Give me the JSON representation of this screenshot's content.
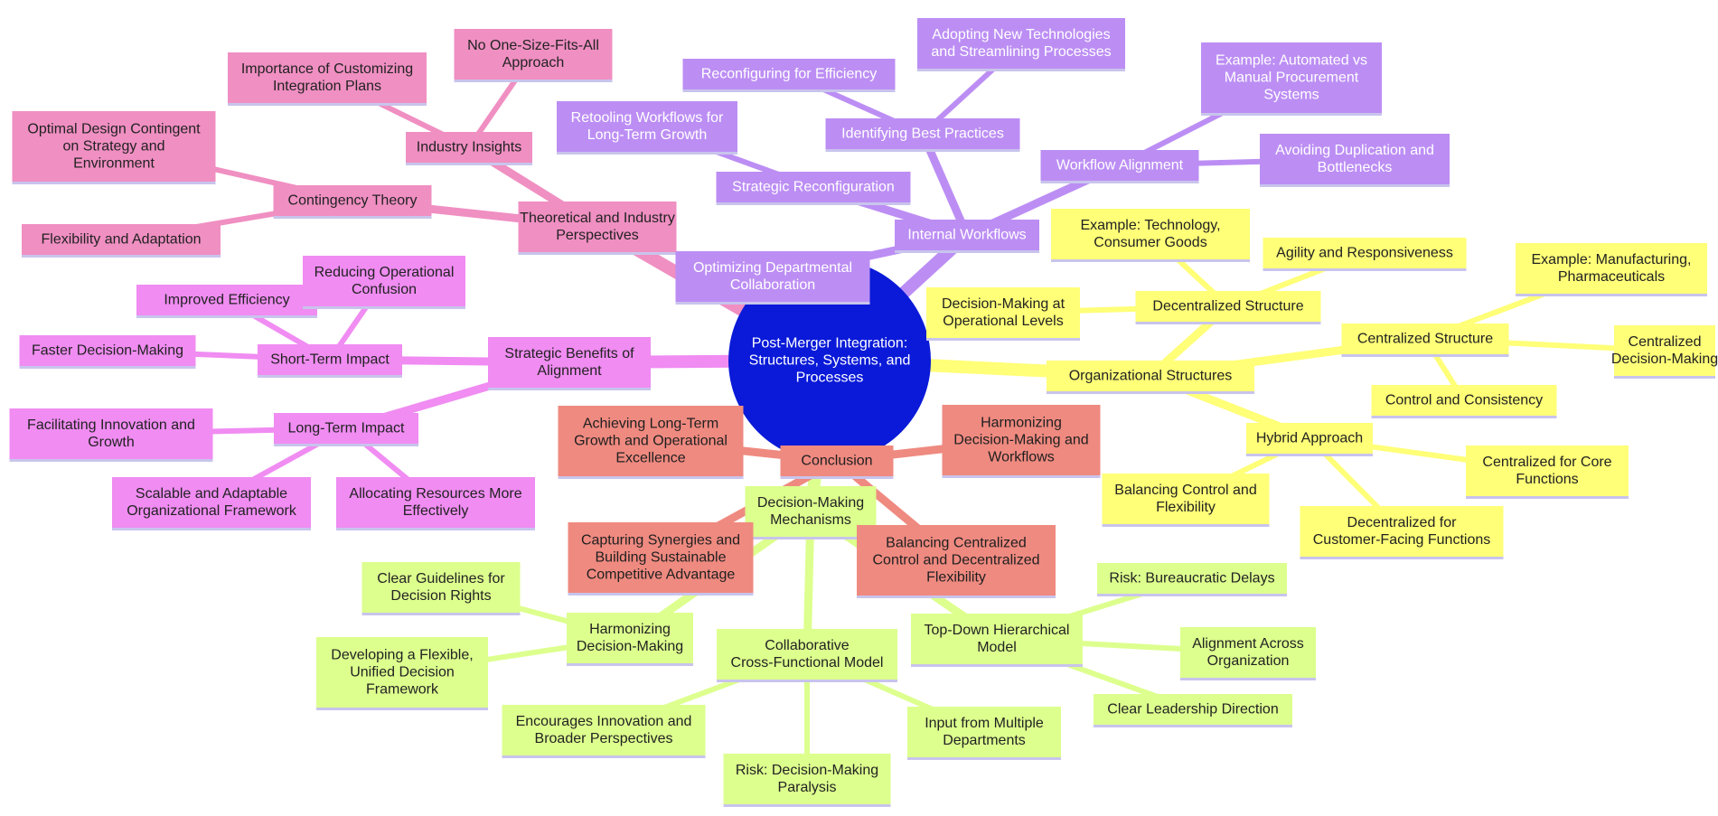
{
  "colors": {
    "root": "#0a1ad8",
    "organizational": {
      "fill": "#ffff78",
      "text": "#222222"
    },
    "decision": {
      "fill": "#ddff8e",
      "text": "#222222"
    },
    "conclusion": {
      "fill": "#ef8a80",
      "text": "#1f1f1f"
    },
    "benefits": {
      "fill": "#f08cf2",
      "text": "#222222"
    },
    "theory": {
      "fill": "#f08fc2",
      "text": "#222222"
    },
    "workflows": {
      "fill": "#bc8ef4",
      "text": "#ffffff"
    }
  },
  "mindmap": {
    "root": {
      "id": "root",
      "label": [
        "Post-Merger Integration:",
        "Structures, Systems, and",
        "Processes"
      ]
    },
    "nodes": [
      {
        "id": "org",
        "parent": "root",
        "branch": "organizational",
        "label": [
          "Organizational Structures"
        ]
      },
      {
        "id": "central",
        "parent": "org",
        "branch": "organizational",
        "label": [
          "Centralized Structure"
        ]
      },
      {
        "id": "central-ex",
        "parent": "central",
        "branch": "organizational",
        "label": [
          "Example: Manufacturing,",
          "Pharmaceuticals"
        ]
      },
      {
        "id": "central-dm",
        "parent": "central",
        "branch": "organizational",
        "label": [
          "Centralized",
          "Decision-Making"
        ]
      },
      {
        "id": "central-cc",
        "parent": "central",
        "branch": "organizational",
        "label": [
          "Control and Consistency"
        ]
      },
      {
        "id": "decentral",
        "parent": "org",
        "branch": "organizational",
        "label": [
          "Decentralized Structure"
        ]
      },
      {
        "id": "decentral-ex",
        "parent": "decentral",
        "branch": "organizational",
        "label": [
          "Example: Technology,",
          "Consumer Goods"
        ]
      },
      {
        "id": "decentral-ag",
        "parent": "decentral",
        "branch": "organizational",
        "label": [
          "Agility and Responsiveness"
        ]
      },
      {
        "id": "decentral-ol",
        "parent": "decentral",
        "branch": "organizational",
        "label": [
          "Decision-Making at",
          "Operational Levels"
        ]
      },
      {
        "id": "hybrid",
        "parent": "org",
        "branch": "organizational",
        "label": [
          "Hybrid Approach"
        ]
      },
      {
        "id": "hybrid-bal",
        "parent": "hybrid",
        "branch": "organizational",
        "label": [
          "Balancing Control and",
          "Flexibility"
        ]
      },
      {
        "id": "hybrid-core",
        "parent": "hybrid",
        "branch": "organizational",
        "label": [
          "Centralized for Core",
          "Functions"
        ]
      },
      {
        "id": "hybrid-cust",
        "parent": "hybrid",
        "branch": "organizational",
        "label": [
          "Decentralized for",
          "Customer-Facing Functions"
        ]
      },
      {
        "id": "dm",
        "parent": "root",
        "branch": "decision",
        "label": [
          "Decision-Making",
          "Mechanisms"
        ]
      },
      {
        "id": "harm",
        "parent": "dm",
        "branch": "decision",
        "label": [
          "Harmonizing",
          "Decision-Making"
        ]
      },
      {
        "id": "harm-rights",
        "parent": "harm",
        "branch": "decision",
        "label": [
          "Clear Guidelines for",
          "Decision Rights"
        ]
      },
      {
        "id": "harm-frame",
        "parent": "harm",
        "branch": "decision",
        "label": [
          "Developing a Flexible,",
          "Unified Decision",
          "Framework"
        ]
      },
      {
        "id": "collab",
        "parent": "dm",
        "branch": "decision",
        "label": [
          "Collaborative",
          "Cross-Functional Model"
        ]
      },
      {
        "id": "collab-innov",
        "parent": "collab",
        "branch": "decision",
        "label": [
          "Encourages Innovation and",
          "Broader Perspectives"
        ]
      },
      {
        "id": "collab-risk",
        "parent": "collab",
        "branch": "decision",
        "label": [
          "Risk: Decision-Making",
          "Paralysis"
        ]
      },
      {
        "id": "collab-input",
        "parent": "collab",
        "branch": "decision",
        "label": [
          "Input from Multiple",
          "Departments"
        ]
      },
      {
        "id": "topdown",
        "parent": "dm",
        "branch": "decision",
        "label": [
          "Top-Down Hierarchical",
          "Model"
        ]
      },
      {
        "id": "topdown-risk",
        "parent": "topdown",
        "branch": "decision",
        "label": [
          "Risk: Bureaucratic Delays"
        ]
      },
      {
        "id": "topdown-align",
        "parent": "topdown",
        "branch": "decision",
        "label": [
          "Alignment Across",
          "Organization"
        ]
      },
      {
        "id": "topdown-lead",
        "parent": "topdown",
        "branch": "decision",
        "label": [
          "Clear Leadership Direction"
        ]
      },
      {
        "id": "concl",
        "parent": "root",
        "branch": "conclusion",
        "label": [
          "Conclusion"
        ]
      },
      {
        "id": "concl-growth",
        "parent": "concl",
        "branch": "conclusion",
        "label": [
          "Achieving Long-Term",
          "Growth and Operational",
          "Excellence"
        ]
      },
      {
        "id": "concl-harm",
        "parent": "concl",
        "branch": "conclusion",
        "label": [
          "Harmonizing",
          "Decision-Making and",
          "Workflows"
        ]
      },
      {
        "id": "concl-syn",
        "parent": "concl",
        "branch": "conclusion",
        "label": [
          "Capturing Synergies and",
          "Building Sustainable",
          "Competitive Advantage"
        ]
      },
      {
        "id": "concl-bal",
        "parent": "concl",
        "branch": "conclusion",
        "label": [
          "Balancing Centralized",
          "Control and Decentralized",
          "Flexibility"
        ]
      },
      {
        "id": "ben",
        "parent": "root",
        "branch": "benefits",
        "label": [
          "Strategic Benefits of",
          "Alignment"
        ]
      },
      {
        "id": "short",
        "parent": "ben",
        "branch": "benefits",
        "label": [
          "Short-Term Impact"
        ]
      },
      {
        "id": "short-eff",
        "parent": "short",
        "branch": "benefits",
        "label": [
          "Improved Efficiency"
        ]
      },
      {
        "id": "short-conf",
        "parent": "short",
        "branch": "benefits",
        "label": [
          "Reducing Operational",
          "Confusion"
        ]
      },
      {
        "id": "short-fast",
        "parent": "short",
        "branch": "benefits",
        "label": [
          "Faster Decision-Making"
        ]
      },
      {
        "id": "long",
        "parent": "ben",
        "branch": "benefits",
        "label": [
          "Long-Term Impact"
        ]
      },
      {
        "id": "long-innov",
        "parent": "long",
        "branch": "benefits",
        "label": [
          "Facilitating Innovation and",
          "Growth"
        ]
      },
      {
        "id": "long-scal",
        "parent": "long",
        "branch": "benefits",
        "label": [
          "Scalable and Adaptable",
          "Organizational Framework"
        ]
      },
      {
        "id": "long-res",
        "parent": "long",
        "branch": "benefits",
        "label": [
          "Allocating Resources More",
          "Effectively"
        ]
      },
      {
        "id": "theory",
        "parent": "root",
        "branch": "theory",
        "label": [
          "Theoretical and Industry",
          "Perspectives"
        ]
      },
      {
        "id": "industry",
        "parent": "theory",
        "branch": "theory",
        "label": [
          "Industry Insights"
        ]
      },
      {
        "id": "industry-custom",
        "parent": "industry",
        "branch": "theory",
        "label": [
          "Importance of Customizing",
          "Integration Plans"
        ]
      },
      {
        "id": "industry-one",
        "parent": "industry",
        "branch": "theory",
        "label": [
          "No One-Size-Fits-All",
          "Approach"
        ]
      },
      {
        "id": "cont",
        "parent": "theory",
        "branch": "theory",
        "label": [
          "Contingency Theory"
        ]
      },
      {
        "id": "cont-opt",
        "parent": "cont",
        "branch": "theory",
        "label": [
          "Optimal Design Contingent",
          "on Strategy and",
          "Environment"
        ]
      },
      {
        "id": "cont-flex",
        "parent": "cont",
        "branch": "theory",
        "label": [
          "Flexibility and Adaptation"
        ]
      },
      {
        "id": "wf",
        "parent": "root",
        "branch": "workflows",
        "label": [
          "Internal Workflows"
        ]
      },
      {
        "id": "collabopt",
        "parent": "wf",
        "branch": "workflows",
        "label": [
          "Optimizing Departmental",
          "Collaboration"
        ]
      },
      {
        "id": "strat",
        "parent": "wf",
        "branch": "workflows",
        "label": [
          "Strategic Reconfiguration"
        ]
      },
      {
        "id": "strat-retool",
        "parent": "strat",
        "branch": "workflows",
        "label": [
          "Retooling Workflows for",
          "Long-Term Growth"
        ]
      },
      {
        "id": "bp",
        "parent": "wf",
        "branch": "workflows",
        "label": [
          "Identifying Best Practices"
        ]
      },
      {
        "id": "bp-reconf",
        "parent": "bp",
        "branch": "workflows",
        "label": [
          "Reconfiguring for Efficiency"
        ]
      },
      {
        "id": "bp-adopt",
        "parent": "bp",
        "branch": "workflows",
        "label": [
          "Adopting New Technologies",
          "and Streamlining Processes"
        ]
      },
      {
        "id": "wfa",
        "parent": "wf",
        "branch": "workflows",
        "label": [
          "Workflow Alignment"
        ]
      },
      {
        "id": "wfa-ex",
        "parent": "wfa",
        "branch": "workflows",
        "label": [
          "Example: Automated vs",
          "Manual Procurement",
          "Systems"
        ]
      },
      {
        "id": "wfa-avoid",
        "parent": "wfa",
        "branch": "workflows",
        "label": [
          "Avoiding Duplication and",
          "Bottlenecks"
        ]
      }
    ]
  }
}
